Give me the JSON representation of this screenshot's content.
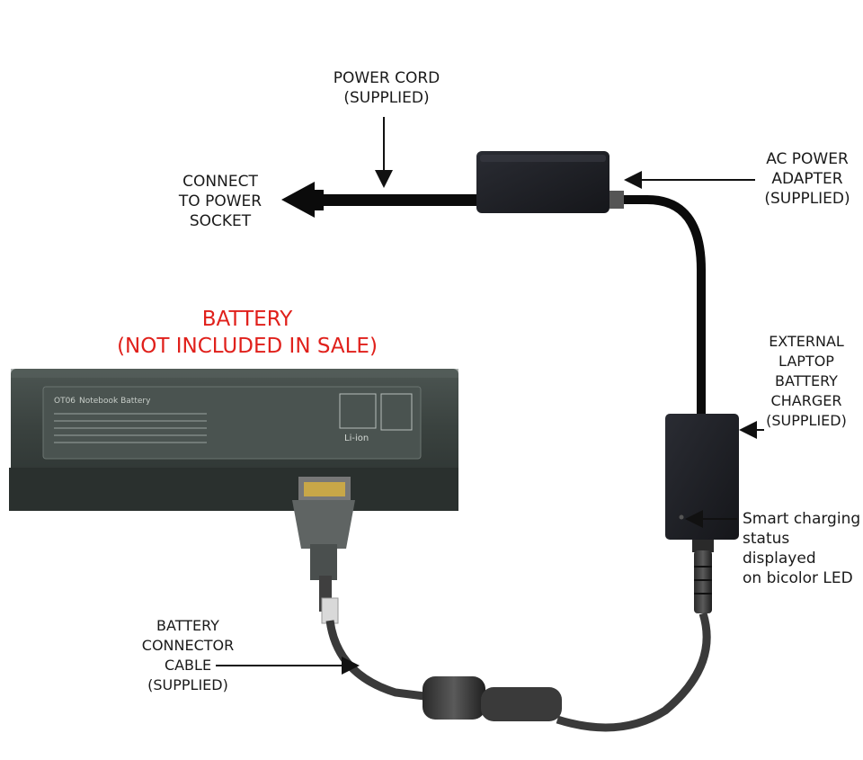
{
  "labels": {
    "power_cord": [
      "POWER CORD",
      "(SUPPLIED)"
    ],
    "connect_socket": [
      "CONNECT",
      "TO POWER",
      "SOCKET"
    ],
    "ac_adapter": [
      "AC POWER",
      "ADAPTER",
      "(SUPPLIED)"
    ],
    "battery_title": [
      "BATTERY",
      "(NOT INCLUDED IN SALE)"
    ],
    "external_charger": [
      "EXTERNAL",
      "LAPTOP",
      "BATTERY",
      "CHARGER",
      "(SUPPLIED)"
    ],
    "smart_led": [
      "Smart charging",
      "status displayed",
      "on bicolor LED"
    ],
    "connector_cable": [
      "BATTERY",
      "CONNECTOR",
      "CABLE",
      "(SUPPLIED)"
    ]
  },
  "battery_label": {
    "model": "OT06",
    "brand_line": "Notebook Battery",
    "chem": "Li-ion"
  },
  "colors": {
    "annotation_red": "#e0201b",
    "battery_body": "#3d4441",
    "device_black": "#1c1d21",
    "cable": "#0b0b0b"
  }
}
